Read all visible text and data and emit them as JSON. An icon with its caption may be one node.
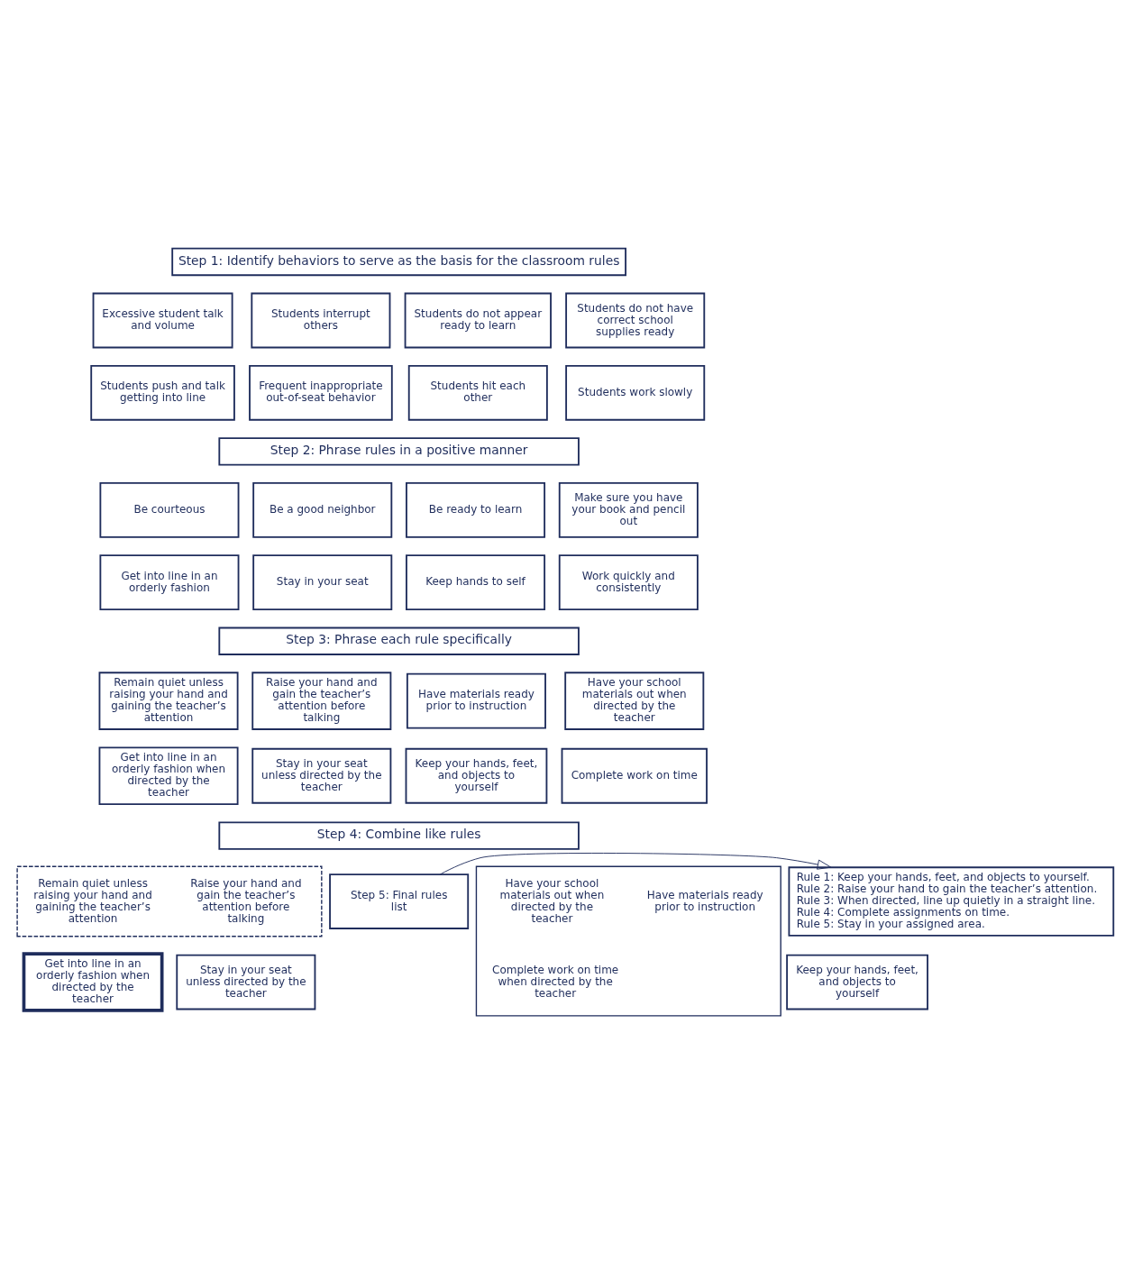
{
  "diagram": {
    "nodes": [
      {
        "text": [
          "Step 1: Identify behaviors to serve as the basis for the classroom rules"
        ]
      },
      {
        "text": [
          "Excessive student talk and volume"
        ]
      },
      {
        "text": [
          "Students interrupt others"
        ]
      },
      {
        "text": [
          "Students do not appear ready to learn"
        ]
      },
      {
        "text": [
          "Students do not have correct school supplies ready"
        ]
      },
      {
        "text": [
          "Students push and talk getting into line"
        ]
      },
      {
        "text": [
          "Frequent inappropriate out-of-seat behavior"
        ]
      },
      {
        "text": [
          "Students hit each other"
        ]
      },
      {
        "text": [
          "Students work slowly"
        ]
      },
      {
        "text": [
          "Step 2: Phrase rules in a positive manner"
        ]
      },
      {
        "text": [
          "Be courteous"
        ]
      },
      {
        "text": [
          "Be a good neighbor"
        ]
      },
      {
        "text": [
          "Be ready to learn"
        ]
      },
      {
        "text": [
          "Make sure you have your book and pencil out"
        ]
      },
      {
        "text": [
          "Get into line in an orderly fashion"
        ]
      },
      {
        "text": [
          "Stay in your seat"
        ]
      },
      {
        "text": [
          "Keep hands to self"
        ]
      },
      {
        "text": [
          "Work quickly and consistently"
        ]
      },
      {
        "text": [
          "Step 3: Phrase each rule specifically"
        ]
      },
      {
        "text": [
          "Remain quiet unless raising your hand and gaining the teacher’s attention"
        ]
      },
      {
        "text": [
          "Raise your hand and gain the teacher’s attention before talking"
        ]
      },
      {
        "text": [
          "Have materials ready prior to instruction"
        ]
      },
      {
        "text": [
          "Have your school materials out when directed by the teacher"
        ]
      },
      {
        "text": [
          "Get into line in an orderly fashion when directed by the teacher"
        ]
      },
      {
        "text": [
          "Stay in your seat unless directed by the teacher"
        ]
      },
      {
        "text": [
          "Keep your hands, feet, and objects to yourself"
        ]
      },
      {
        "text": [
          "Complete work on time"
        ]
      },
      {
        "text": [
          "Step 4: Combine like rules"
        ]
      },
      {
        "text": [],
        "shape": "box"
      },
      {
        "text": [
          "Remain quiet unless raising your hand and gaining the teacher’s attention"
        ],
        "in": 28
      },
      {
        "text": [
          "Raise your hand and gain the teacher’s attention before talking"
        ],
        "in": 28
      },
      {
        "text": [
          "Get into line in an orderly fashion when directed by the teacher"
        ]
      },
      {
        "text": [
          "Stay in your seat unless directed by the teacher"
        ]
      },
      {
        "text": [
          "Keep your hands, feet, and objects to yourself"
        ]
      },
      {
        "text": [],
        "shape": "box"
      },
      {
        "text": [
          "Have materials ready prior to instruction"
        ],
        "in": 34
      },
      {
        "text": [
          "Have your school materials out when directed by the teacher"
        ],
        "in": 34
      },
      {
        "text": [
          "Complete work on time when directed by the teacher"
        ],
        "in": 34
      },
      {
        "text": [
          "Step 5: Final rules list"
        ]
      },
      {
        "text": [
          "Rule 1: Keep your hands, feet, and objects to yourself.",
          "Rule 2: Raise your hand to gain the teacher’s attention.",
          "Rule 3: When directed, line up quietly in a straight line.",
          "Rule 4: Complete assignments on time.",
          "Rule 5: Stay in your assigned area."
        ]
      }
    ],
    "edges": [
      {
        "from": 38,
        "to": 39,
        "arrow": "to"
      }
    ]
  }
}
